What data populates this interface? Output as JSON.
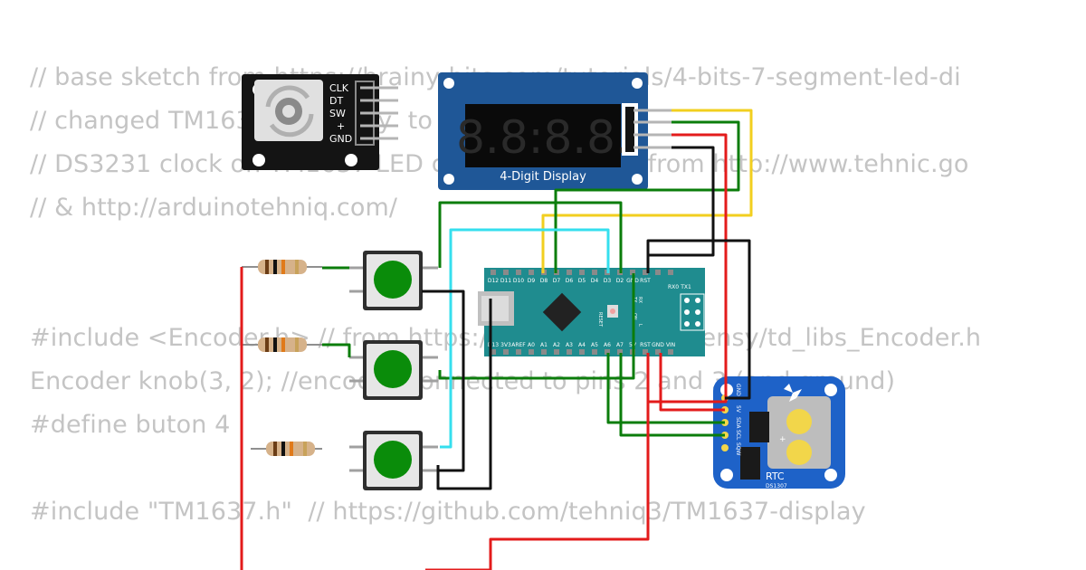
{
  "code_lines": [
    "// base sketch from https://brainy-bits.com/tutorials/4-bits-7-segment-led-di",
    "// changed TM1637 library by  to   t,e, r & h letter",
    "// DS3231 clock on TM1637 LED display by niq_ro from http://www.tehnic.go",
    "// & http://arduinotehniq.com/",
    "#include <Encoder.h> // from https://www.pjrc.com/teensy/td_libs_Encoder.h",
    "Encoder knob(3, 2); //encoder connected to pins 2 and 3 (and ground)",
    "#define buton 4",
    "#include \"TM1637.h\"  // https://github.com/tehniq3/TM1637-display"
  ],
  "encoder": {
    "pins": [
      "CLK",
      "DT",
      "SW",
      "+",
      "GND"
    ]
  },
  "display": {
    "label": "4-Digit Display",
    "digits": "8.8:8.8."
  },
  "nano": {
    "top_pins": [
      "D12",
      "D11",
      "D10",
      "D9",
      "D8",
      "D7",
      "D6",
      "D5",
      "D4",
      "D3",
      "D2",
      "GND",
      "RST",
      "RX0",
      "TX1"
    ],
    "bottom_pins": [
      "D13",
      "3V3",
      "AREF",
      "A0",
      "A1",
      "A2",
      "A3",
      "A4",
      "A5",
      "A6",
      "A7",
      "5V",
      "RST",
      "GND",
      "VIN"
    ],
    "reset_label": "RESET",
    "led_labels": [
      "TX",
      "RX",
      "ON",
      "L"
    ]
  },
  "rtc": {
    "label": "RTC",
    "sublabel": "DS1307",
    "pins": [
      "GND",
      "5V",
      "SDA",
      "SCL",
      "SQW"
    ]
  },
  "colors": {
    "wire_red": "#e31b1b",
    "wire_green": "#0b7d0b",
    "wire_black": "#111111",
    "wire_yellow": "#f2cf1f",
    "wire_cyan": "#35dfee",
    "pcb_teal": "#1f8c8f",
    "display_blue": "#1f5797",
    "rtc_blue": "#1e62c8",
    "button_green": "#0a8c0a"
  }
}
